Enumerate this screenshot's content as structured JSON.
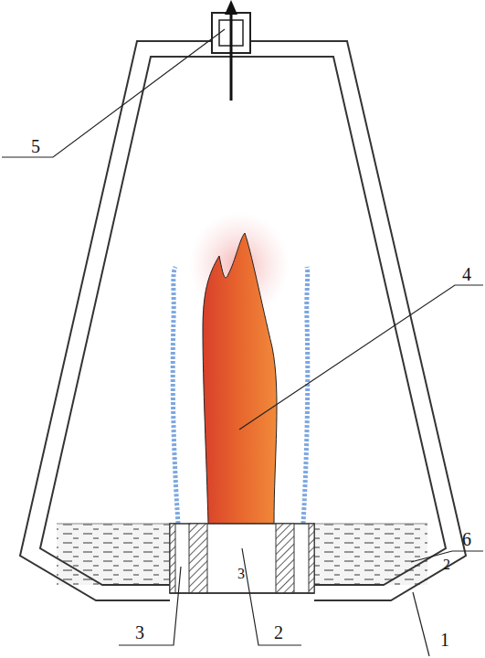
{
  "diagram": {
    "labels": [
      "5",
      "4",
      "6",
      "2",
      "3",
      "3",
      "2",
      "1"
    ]
  }
}
